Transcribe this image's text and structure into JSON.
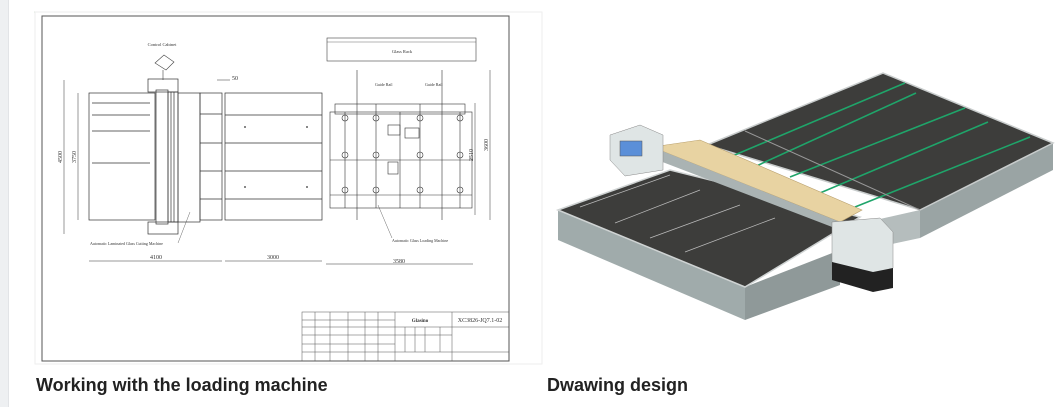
{
  "figures": [
    {
      "caption": "Working with the loading machine",
      "drawing": {
        "labels": {
          "control_cabinet": "Control Cabinet",
          "glass_rack": "Glass Rack",
          "guide_rail_left": "Guide Rail",
          "guide_rail_right": "Guide Rail",
          "cutting_machine": "Automatic Laminated Glass Cutting Machine",
          "loading_machine": "Automatic Glass Loading Machine"
        },
        "dimensions": {
          "gap": "50",
          "height_outer": "4500",
          "height_inner": "3750",
          "loader_inner": "2510",
          "loader_outer": "3600",
          "cutter_width": "4100",
          "table_width": "3000",
          "loader_width": "3580"
        },
        "title_block": {
          "company": "Glasino",
          "drawing_no": "XC3826-JQ7.1-02"
        }
      }
    },
    {
      "caption": "Dwawing design",
      "colors": {
        "table": "#3d3d3b",
        "rail": "#1fa56a",
        "beam": "#e8d3a2",
        "frame": "#a9b3b3"
      }
    }
  ]
}
